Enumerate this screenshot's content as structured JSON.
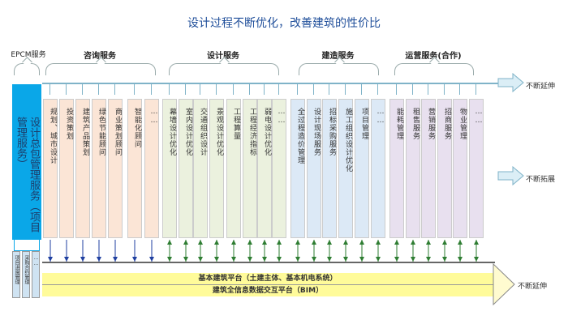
{
  "title": "设计过程不断优化，改善建筑的性价比",
  "epcm": {
    "heading": "EPCM服务",
    "main_label": "设计总包管理服务（项目管理服务）",
    "sub_items": [
      "项目进度管理",
      "采购合约管理",
      "……"
    ]
  },
  "groups": [
    {
      "heading": "咨询服务",
      "color": "#fbe5d6",
      "arrow": "down",
      "items": [
        "规划、城市设计",
        "投资策划",
        "建筑产品策划",
        "绿色节能顾问",
        "商业策划顾问",
        "智能化顾问",
        "……"
      ]
    },
    {
      "heading": "设计服务",
      "color": "#ebf1de",
      "arrow": "both",
      "items": [
        "幕墙设计优化",
        "室内设计优化",
        "交通组织设计",
        "景观设计优化",
        "工程算量",
        "工程经济指标",
        "弱电设计优化",
        "……"
      ]
    },
    {
      "heading": "建造服务",
      "color": "#dce9f6",
      "arrow": "both",
      "items": [
        "全过程造价管理",
        "设计现场服务",
        "招标采购服务",
        "施工组织设计优化",
        "项目管理",
        "……"
      ]
    },
    {
      "heading": "运营服务(合作)",
      "color": "#e8e0ef",
      "arrow": "both",
      "items": [
        "能耗管理",
        "租售服务",
        "营销服务",
        "招商服务",
        "物业管理",
        "……"
      ]
    }
  ],
  "right_labels": {
    "extend_top": "不断延伸",
    "expand": "不断拓展",
    "extend_bottom": "不断延伸"
  },
  "platform": {
    "line1": "基本建筑平台（土建主体、基本机电系统）",
    "line2": "建筑全信息数据交互平台（BIM）"
  }
}
